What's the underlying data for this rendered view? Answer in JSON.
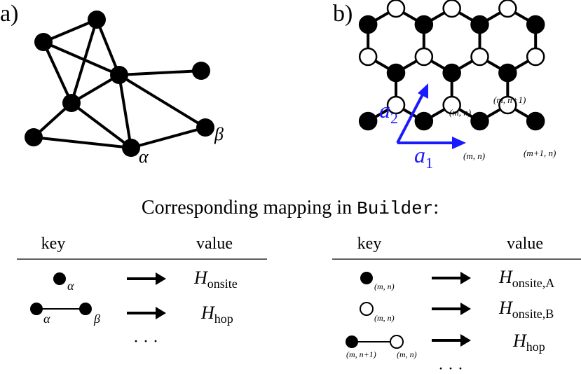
{
  "panel_a": {
    "label": "a)",
    "alpha": "α",
    "beta": "β"
  },
  "panel_b": {
    "label": "b)",
    "a1": "a",
    "a1_sub": "1",
    "a2": "a",
    "a2_sub": "2",
    "site_labels": {
      "mn_upper": "(m, n)",
      "mn_lower": "(m, n)",
      "mn1": "(m, n+1)",
      "m1n": "(m+1, n)"
    }
  },
  "caption": {
    "prefix": "Corresponding mapping in ",
    "code": "Builder",
    "suffix": ":"
  },
  "left_table": {
    "key_header": "key",
    "value_header": "value",
    "rows": [
      {
        "key_sub": "α",
        "value_main": "H",
        "value_sub": "onsite"
      },
      {
        "key_sub_a": "α",
        "key_sub_b": "β",
        "value_main": "H",
        "value_sub": "hop"
      }
    ],
    "ellipsis": "· · ·"
  },
  "right_table": {
    "key_header": "key",
    "value_header": "value",
    "rows": [
      {
        "key_sub": "(m, n)",
        "value_main": "H",
        "value_sub": "onsite,A"
      },
      {
        "key_sub": "(m, n)",
        "value_main": "H",
        "value_sub": "onsite,B"
      },
      {
        "key_sub_a": "(m, n+1)",
        "key_sub_b": "(m, n)",
        "value_main": "H",
        "value_sub": "hop"
      }
    ],
    "ellipsis": "· · ·"
  },
  "colors": {
    "ink": "#000000",
    "accent": "#1a1aff"
  }
}
